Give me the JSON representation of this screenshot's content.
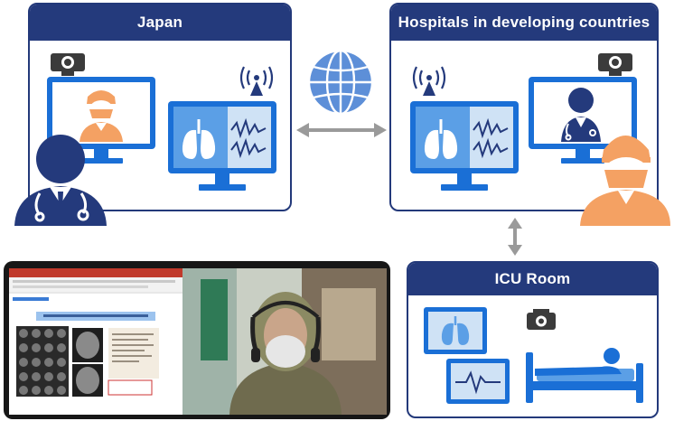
{
  "panels": {
    "japan": {
      "title": "Japan"
    },
    "hospitals": {
      "title": "Hospitals in developing countries"
    },
    "icu": {
      "title": "ICU Room"
    }
  },
  "icons": {
    "webcam": "webcam-icon",
    "monitor": "monitor-icon",
    "doctor": "doctor-icon",
    "surgeon": "surgeon-icon",
    "lungs": "lungs-icon",
    "wifi": "wifi-signal-icon",
    "globe": "globe-icon",
    "bed": "hospital-bed-icon",
    "patient": "patient-icon"
  },
  "colors": {
    "navy": "#243a7c",
    "monitor_blue": "#1a6fd6",
    "screen_light": "#cfe2f5",
    "lung_screen": "#5b9fe6",
    "orange": "#f4a163",
    "gray_arrow": "#9a9a9a",
    "globe": "#5d8fd8"
  }
}
